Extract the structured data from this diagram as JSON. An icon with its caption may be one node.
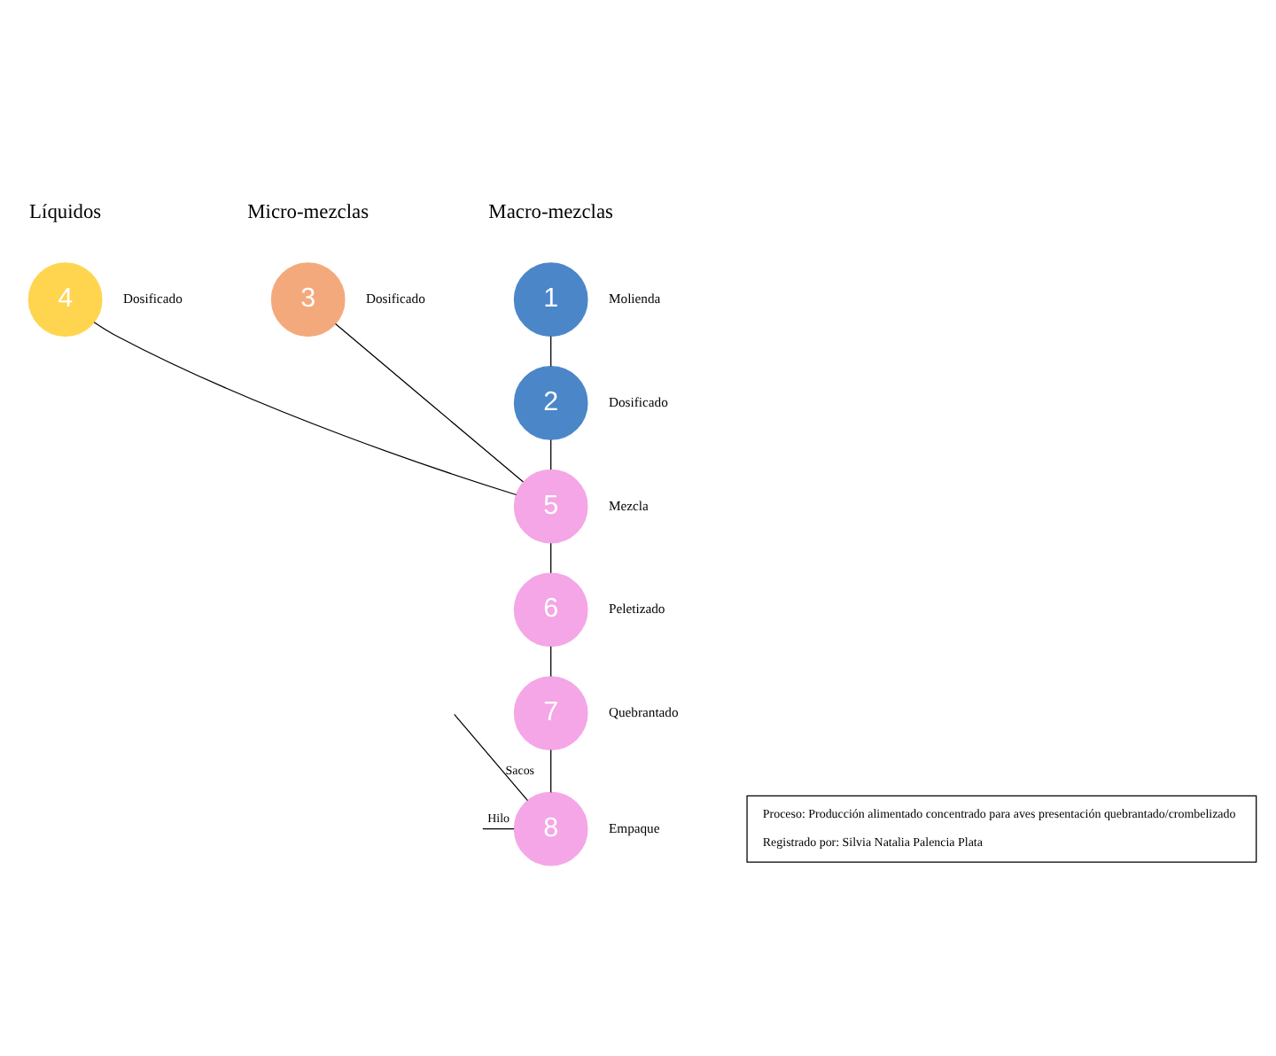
{
  "diagram": {
    "nodes": [
      {
        "text": [
          "4"
        ],
        "beside": [
          "Dosificado"
        ]
      },
      {
        "text": [
          "3"
        ],
        "beside": [
          "Dosificado"
        ]
      },
      {
        "text": [
          "1"
        ],
        "beside": [
          "Molienda"
        ]
      },
      {
        "text": [
          "2"
        ],
        "beside": [
          "Dosificado"
        ]
      },
      {
        "text": [
          "5"
        ],
        "beside": [
          "Mezcla"
        ]
      },
      {
        "text": [
          "6"
        ],
        "beside": [
          "Peletizado"
        ]
      },
      {
        "text": [
          "7"
        ],
        "beside": [
          "Quebrantado"
        ]
      },
      {
        "text": [
          "8"
        ],
        "beside": [
          "Empaque"
        ]
      },
      {
        "text": [
          "Proceso: Producción alimentado concentrado para aves presentación quebrantado/crombelizado",
          "Registrado por: Silvia Natalia Palencia Plata"
        ]
      }
    ],
    "edges": [
      {
        "from": 2,
        "to": 3,
        "arrow": "none"
      },
      {
        "from": 0,
        "to": 4,
        "arrow": "none"
      },
      {
        "from": 1,
        "to": 4,
        "arrow": "none"
      },
      {
        "from": 3,
        "to": 4,
        "arrow": "none"
      },
      {
        "from": 4,
        "to": 5,
        "arrow": "none"
      },
      {
        "from": 5,
        "to": 6,
        "arrow": "none"
      },
      {
        "from": 6,
        "to": 7,
        "arrow": "none"
      },
      {
        "from": null,
        "to": 7,
        "label": "Sacos",
        "arrow": "none"
      },
      {
        "from": null,
        "to": 7,
        "label": "Hilo",
        "arrow": "none"
      }
    ],
    "labels": [
      "Líquidos",
      "Micro-mezclas",
      "Macro-mezclas"
    ]
  }
}
